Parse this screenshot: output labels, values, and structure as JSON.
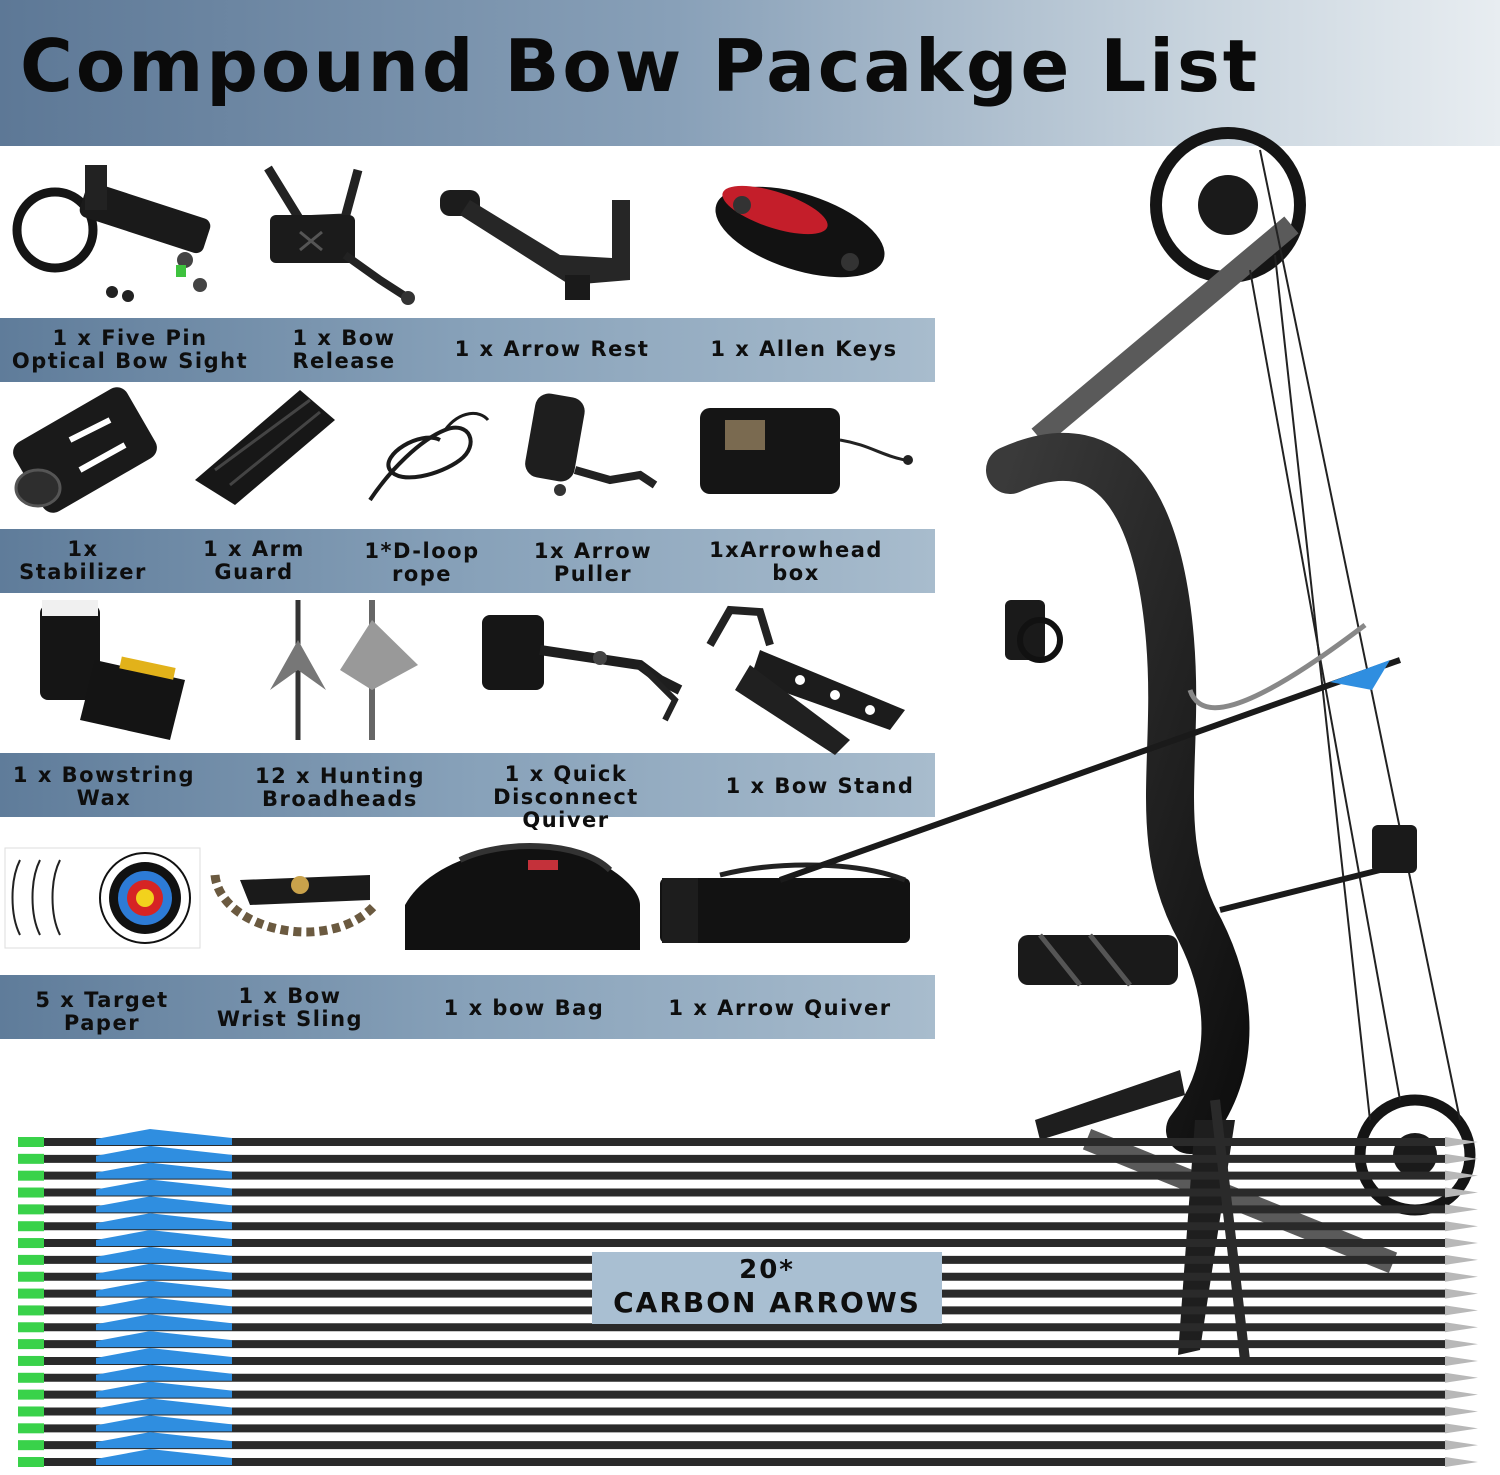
{
  "header": {
    "title": "Compound Bow Pacakge List"
  },
  "rows": [
    {
      "items": [
        {
          "label": "1 x Five Pin\nOptical Bow Sight"
        },
        {
          "label": "1 x Bow\nRelease"
        },
        {
          "label": "1 x Arrow Rest"
        },
        {
          "label": "1 x Allen Keys"
        }
      ]
    },
    {
      "items": [
        {
          "label": "1x\nStabilizer"
        },
        {
          "label": "1 x Arm\nGuard"
        },
        {
          "label": "1*D-loop\nrope"
        },
        {
          "label": "1x Arrow\nPuller"
        },
        {
          "label": "1xArrowhead\nbox"
        }
      ]
    },
    {
      "items": [
        {
          "label": "1 x Bowstring\nWax"
        },
        {
          "label": "12 x Hunting\nBroadheads"
        },
        {
          "label": "1 x Quick\nDisconnect Quiver"
        },
        {
          "label": "1 x Bow Stand"
        }
      ]
    },
    {
      "items": [
        {
          "label": "5 x Target\nPaper"
        },
        {
          "label": "1 x Bow\nWrist Sling"
        },
        {
          "label": "1 x bow Bag"
        },
        {
          "label": "1 x Arrow Quiver"
        }
      ]
    }
  ],
  "arrows": {
    "count": "20*",
    "label": "CARBON ARROWS"
  },
  "colors": {
    "band": "#7f99b3",
    "fletch_blue": "#2f8ee0",
    "nock_green": "#39d24a",
    "shaft": "#2a2a2a"
  }
}
